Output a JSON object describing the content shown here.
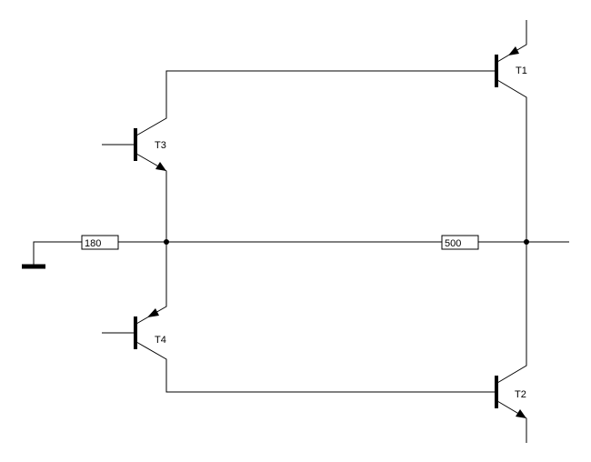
{
  "transistors": {
    "t1": {
      "label": "T1"
    },
    "t2": {
      "label": "T2"
    },
    "t3": {
      "label": "T3"
    },
    "t4": {
      "label": "T4"
    }
  },
  "resistors": {
    "r_left": {
      "value": "180"
    },
    "r_right": {
      "value": "500"
    }
  },
  "symbols": {
    "ground": "ground-icon",
    "junction": "junction-dot"
  }
}
